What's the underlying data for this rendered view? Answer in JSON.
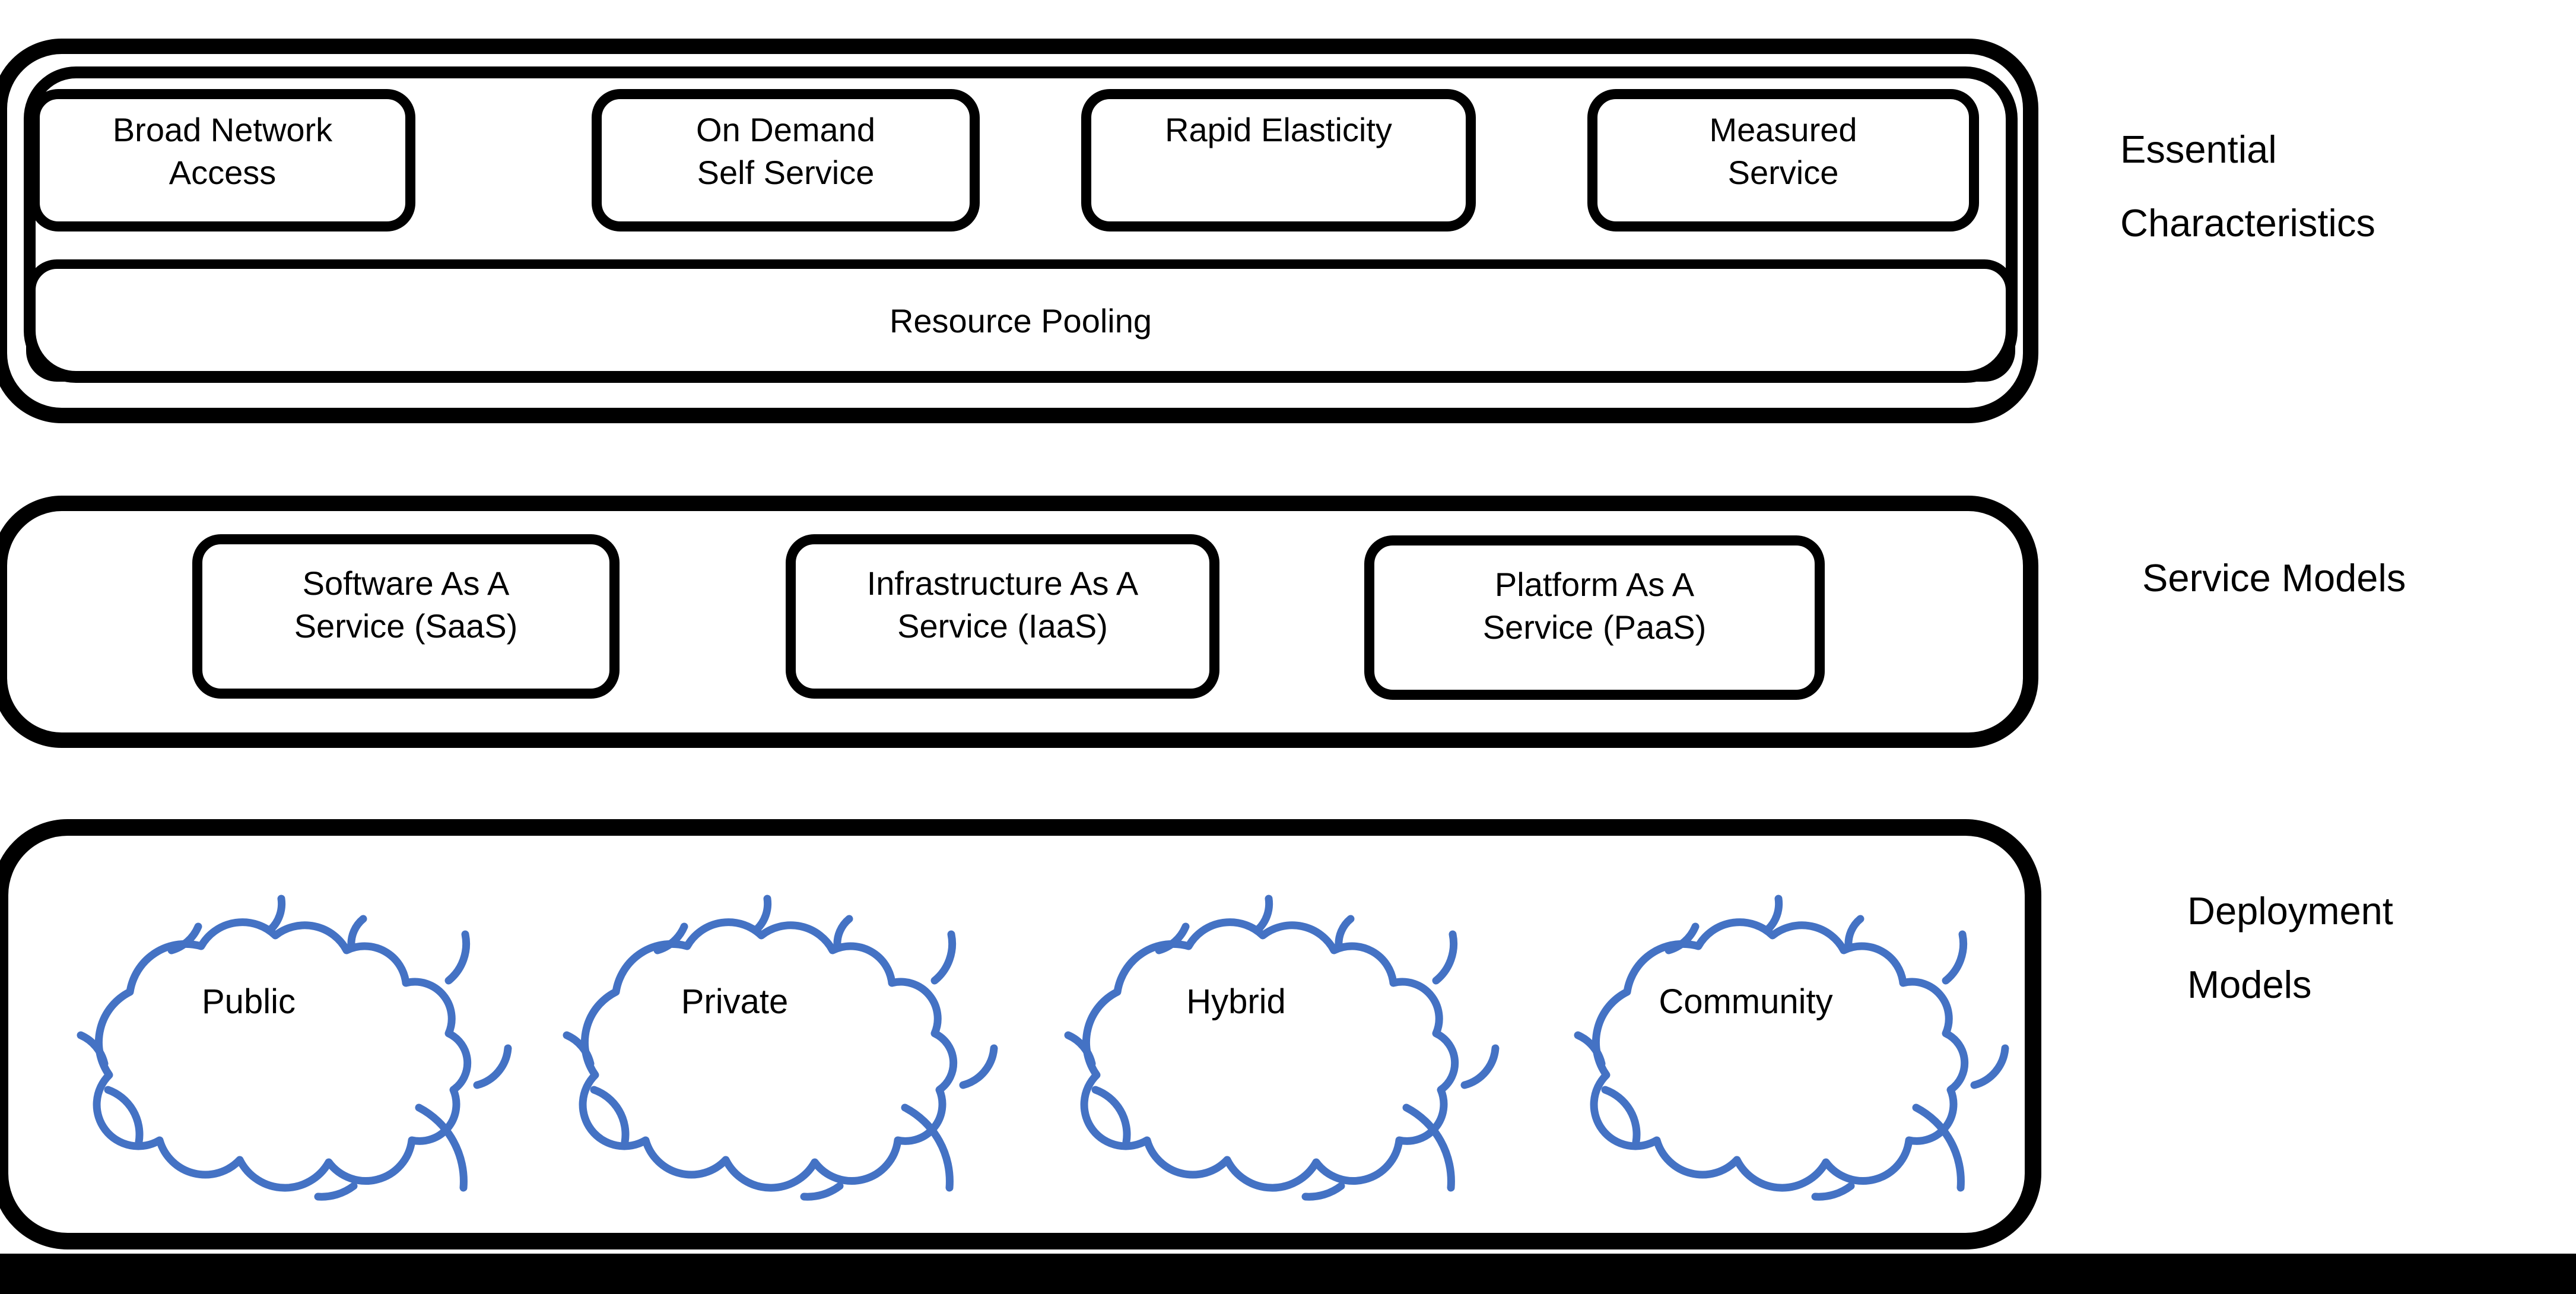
{
  "diagram": {
    "colors": {
      "ink": "#000000",
      "cloud_stroke": "#4472C4",
      "background": "#ffffff",
      "footer_bar": "#000000"
    },
    "essential": {
      "label_line1": "Essential",
      "label_line2": "Characteristics",
      "boxes": [
        {
          "line1": "Broad Network",
          "line2": "Access"
        },
        {
          "line1": "On Demand",
          "line2": "Self Service"
        },
        {
          "line1": "Rapid Elasticity",
          "line2": ""
        },
        {
          "line1": "Measured",
          "line2": "Service"
        }
      ],
      "wide_box": "Resource Pooling"
    },
    "service": {
      "label_line1": "Service Models",
      "boxes": [
        {
          "line1": "Software As A",
          "line2": "Service (SaaS)"
        },
        {
          "line1": "Infrastructure As A",
          "line2": "Service (IaaS)"
        },
        {
          "line1": "Platform As A",
          "line2": "Service (PaaS)"
        }
      ]
    },
    "deployment": {
      "label_line1": "Deployment",
      "label_line2": "Models",
      "clouds": [
        {
          "label": "Public"
        },
        {
          "label": "Private"
        },
        {
          "label": "Hybrid"
        },
        {
          "label": "Community"
        }
      ]
    }
  }
}
